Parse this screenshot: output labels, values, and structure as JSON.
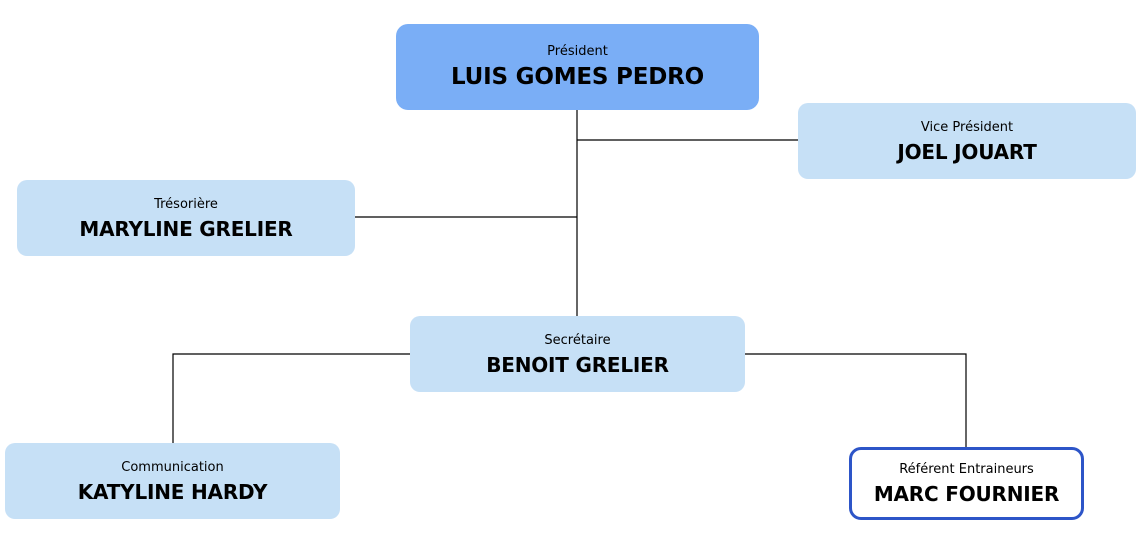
{
  "colors": {
    "president_fill": "#7aaef6",
    "member_fill": "#c6e0f6",
    "highlight_border": "#2d55c8",
    "connector": "#000000"
  },
  "org": {
    "president": {
      "role": "Président",
      "name": "LUIS GOMES PEDRO"
    },
    "vice_president": {
      "role": "Vice Président",
      "name": "JOEL JOUART"
    },
    "treasurer": {
      "role": "Trésorière",
      "name": "MARYLINE GRELIER"
    },
    "secretary": {
      "role": "Secrétaire",
      "name": "BENOIT GRELIER"
    },
    "communication": {
      "role": "Communication",
      "name": "KATYLINE HARDY"
    },
    "coaches_referent": {
      "role": "Référent Entraineurs",
      "name": "MARC FOURNIER"
    }
  }
}
